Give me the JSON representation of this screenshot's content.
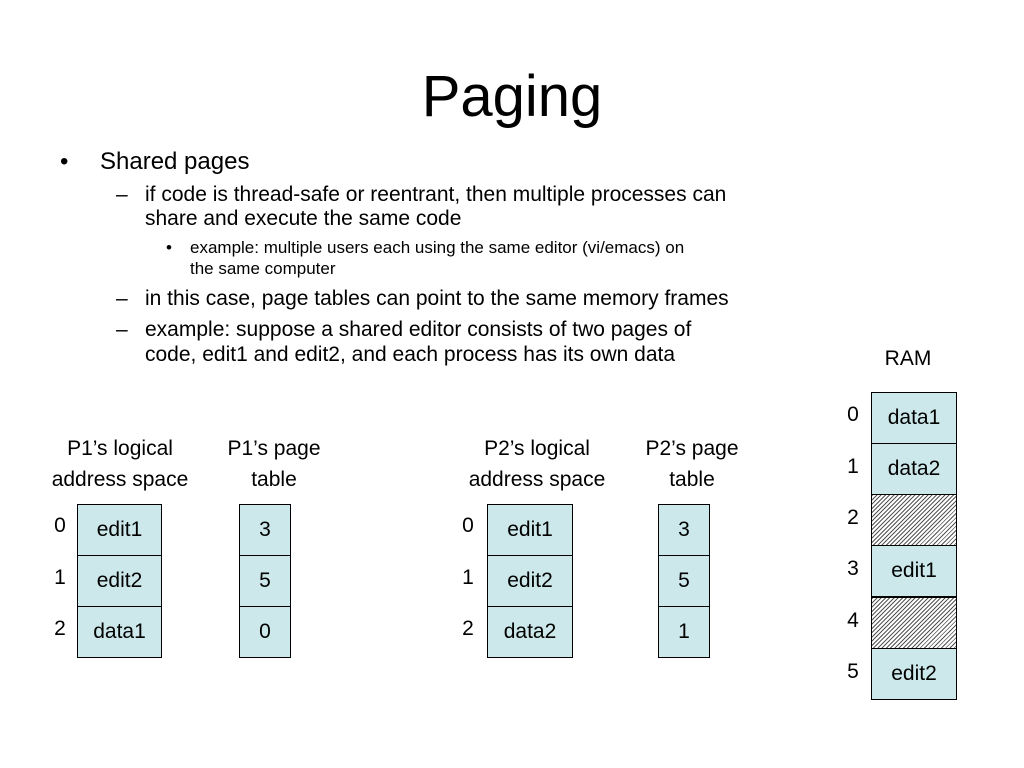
{
  "title": "Paging",
  "bullets": {
    "b1": "Shared pages",
    "b1_1": "if code is thread-safe or reentrant, then multiple processes can",
    "b1_1_cont": "share and execute the same code",
    "b1_1_1": "example: multiple users each using the same editor (vi/emacs) on",
    "b1_1_1_cont": "the same computer",
    "b1_2": "in this case, page tables can point to the same memory frames",
    "b1_3": "example: suppose a shared editor consists of two pages of",
    "b1_3_cont": "code, edit1 and edit2, and each process has its own data",
    "bullet_glyph": "•",
    "dash_glyph": "–"
  },
  "diagram": {
    "p1_logical": {
      "label_line1": "P1’s logical",
      "label_line2": "address space",
      "indices": [
        "0",
        "1",
        "2"
      ],
      "pages": [
        "edit1",
        "edit2",
        "data1"
      ]
    },
    "p1_table": {
      "label_line1": "P1’s page",
      "label_line2": "table",
      "frames": [
        "3",
        "5",
        "0"
      ]
    },
    "p2_logical": {
      "label_line1": "P2’s logical",
      "label_line2": "address space",
      "indices": [
        "0",
        "1",
        "2"
      ],
      "pages": [
        "edit1",
        "edit2",
        "data2"
      ]
    },
    "p2_table": {
      "label_line1": "P2’s page",
      "label_line2": "table",
      "frames": [
        "3",
        "5",
        "1"
      ]
    },
    "ram": {
      "label": "RAM",
      "indices": [
        "0",
        "1",
        "2",
        "3",
        "4",
        "5"
      ],
      "frames": [
        "data1",
        "data2",
        "",
        "edit1",
        "",
        "edit2"
      ],
      "free_fill": "hatched"
    },
    "cell_color": "#cce8ea"
  }
}
